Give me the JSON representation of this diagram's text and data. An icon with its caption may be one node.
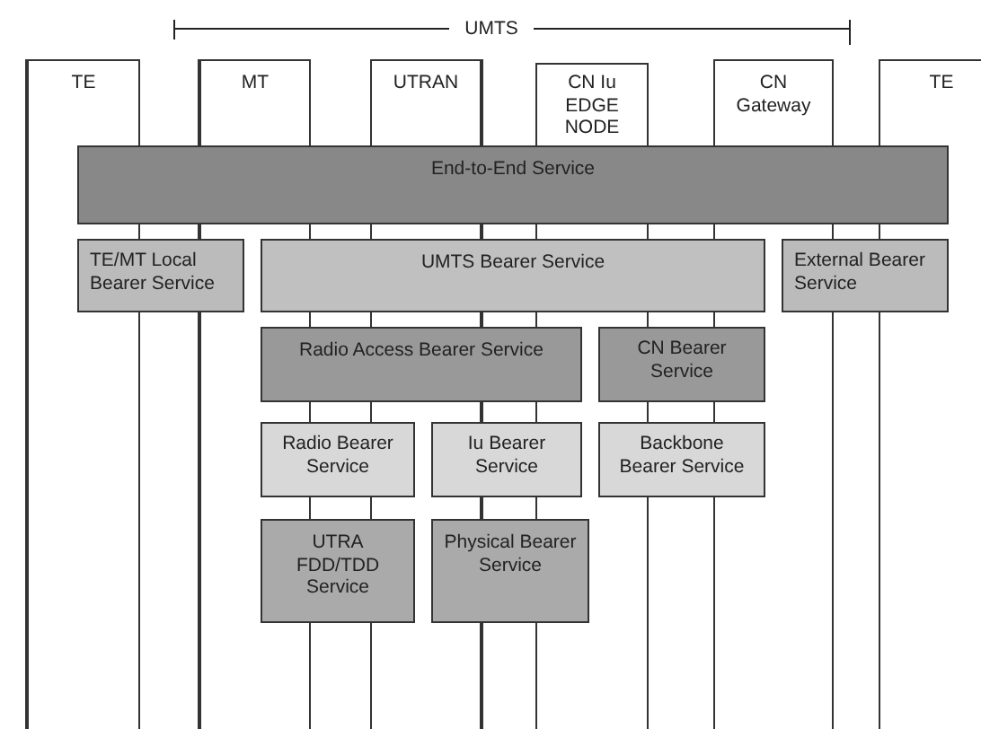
{
  "diagram": {
    "nodes": [
      {
        "text": [
          "TE"
        ]
      },
      {
        "text": [
          "MT"
        ]
      },
      {
        "text": [
          "UTRAN"
        ]
      },
      {
        "text": [
          "CN Iu EDGE NODE"
        ]
      },
      {
        "text": [
          "CN Gateway"
        ]
      },
      {
        "text": [
          "TE"
        ]
      },
      {
        "text": [
          "End-to-End Service"
        ]
      },
      {
        "text": [
          "TE/MT Local Bearer Service"
        ]
      },
      {
        "text": [
          "UMTS Bearer Service"
        ]
      },
      {
        "text": [
          "External Bearer Service"
        ]
      },
      {
        "text": [
          "Radio Access Bearer Service"
        ]
      },
      {
        "text": [
          "CN Bearer Service"
        ]
      },
      {
        "text": [
          "Radio Bearer Service"
        ]
      },
      {
        "text": [
          "Iu Bearer Service"
        ]
      },
      {
        "text": [
          "Backbone Bearer Service"
        ]
      },
      {
        "text": [
          "UTRA FDD/TDD Service"
        ]
      },
      {
        "text": [
          "Physical Bearer Service"
        ]
      }
    ],
    "labels": [
      "UMTS"
    ]
  }
}
